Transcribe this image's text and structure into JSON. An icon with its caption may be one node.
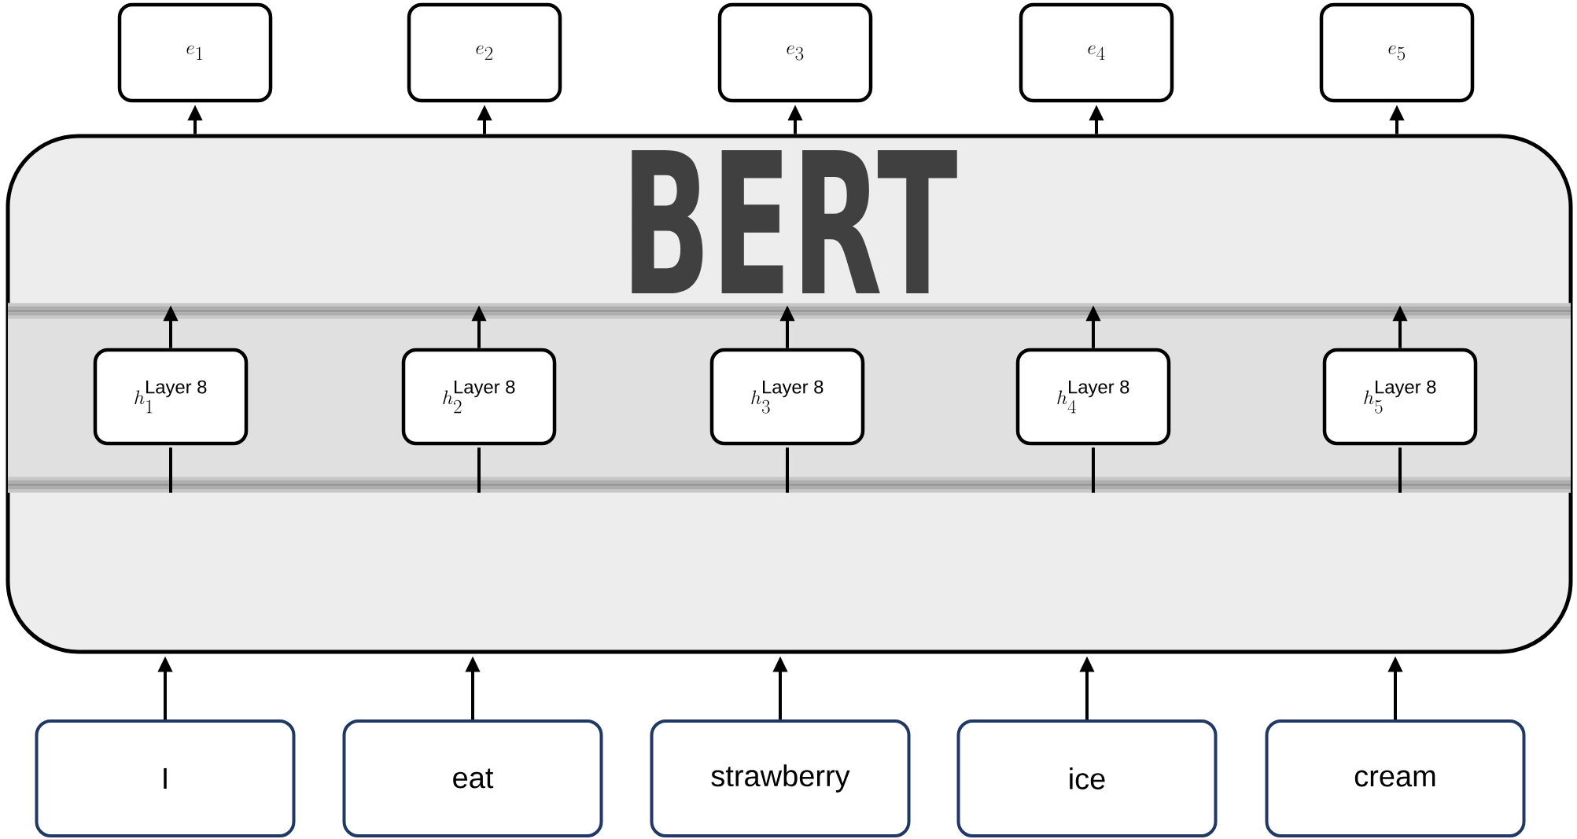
{
  "diagram": {
    "nodes": [
      {
        "text": [
          "e_1"
        ]
      },
      {
        "text": [
          "e_2"
        ]
      },
      {
        "text": [
          "e_3"
        ]
      },
      {
        "text": [
          "e_4"
        ]
      },
      {
        "text": [
          "e_5"
        ]
      },
      {
        "text": [
          "BERT"
        ]
      },
      {
        "text": [],
        "shape": "band",
        "in": 5
      },
      {
        "text": [
          "h_1^{\\text{Layer 8}}"
        ],
        "in": 6
      },
      {
        "text": [
          "h_2^{\\text{Layer 8}}"
        ],
        "in": 6
      },
      {
        "text": [
          "h_3^{\\text{Layer 8}}"
        ],
        "in": 6
      },
      {
        "text": [
          "h_4^{\\text{Layer 8}}"
        ],
        "in": 6
      },
      {
        "text": [
          "h_5^{\\text{Layer 8}}"
        ],
        "in": 6
      },
      {
        "text": [
          "I"
        ]
      },
      {
        "text": [
          "eat"
        ]
      },
      {
        "text": [
          "strawberry"
        ]
      },
      {
        "text": [
          "ice"
        ]
      },
      {
        "text": [
          "cream"
        ]
      }
    ],
    "edges": [
      {
        "from": 12,
        "to": 5,
        "arrow": "to"
      },
      {
        "from": 13,
        "to": 5,
        "arrow": "to"
      },
      {
        "from": 14,
        "to": 5,
        "arrow": "to"
      },
      {
        "from": 15,
        "to": 5,
        "arrow": "to"
      },
      {
        "from": 16,
        "to": 5,
        "arrow": "to"
      },
      {
        "from": 6,
        "to": 7,
        "arrow": "none"
      },
      {
        "from": 6,
        "to": 8,
        "arrow": "none"
      },
      {
        "from": 6,
        "to": 9,
        "arrow": "none"
      },
      {
        "from": 6,
        "to": 10,
        "arrow": "none"
      },
      {
        "from": 6,
        "to": 11,
        "arrow": "none"
      },
      {
        "from": 7,
        "to": 6,
        "arrow": "to"
      },
      {
        "from": 8,
        "to": 6,
        "arrow": "to"
      },
      {
        "from": 9,
        "to": 6,
        "arrow": "to"
      },
      {
        "from": 10,
        "to": 6,
        "arrow": "to"
      },
      {
        "from": 11,
        "to": 6,
        "arrow": "to"
      },
      {
        "from": 5,
        "to": 0,
        "arrow": "to"
      },
      {
        "from": 5,
        "to": 1,
        "arrow": "to"
      },
      {
        "from": 5,
        "to": 2,
        "arrow": "to"
      },
      {
        "from": 5,
        "to": 3,
        "arrow": "to"
      },
      {
        "from": 5,
        "to": 4,
        "arrow": "to"
      }
    ]
  }
}
